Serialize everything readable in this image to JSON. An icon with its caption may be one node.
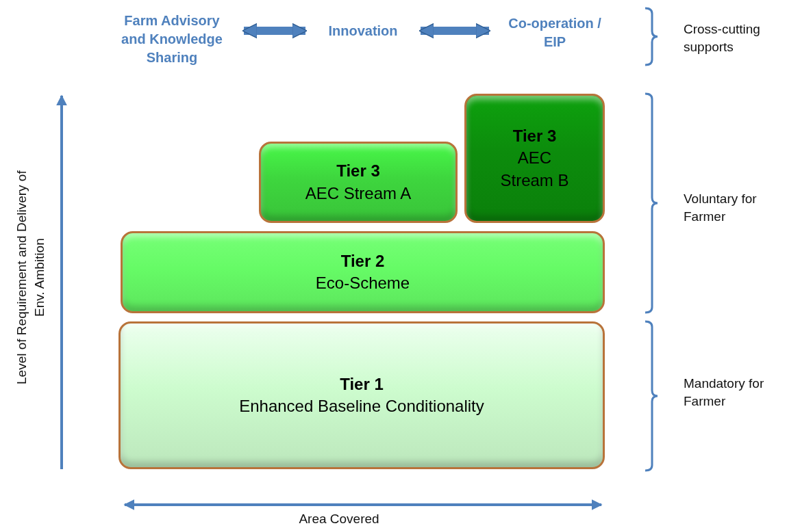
{
  "diagram": {
    "nodes": [
      {
        "text": [
          "Farm Advisory and Knowledge Sharing"
        ]
      },
      {
        "text": [
          "Innovation"
        ]
      },
      {
        "text": [
          "Co-operation / EIP"
        ]
      },
      {
        "text": [
          "Tier 3",
          "AEC Stream A"
        ]
      },
      {
        "text": [
          "Tier 3",
          "AEC Stream B"
        ]
      },
      {
        "text": [
          "Tier 2",
          "Eco-Scheme"
        ]
      },
      {
        "text": [
          "Tier 1",
          "Enhanced Baseline Conditionality"
        ]
      }
    ],
    "edges": [
      {
        "from": 0,
        "to": 1,
        "arrow": "both"
      },
      {
        "from": 1,
        "to": 2,
        "arrow": "both"
      }
    ],
    "labels": [
      "Cross-cutting supports",
      "Level of Requirement and Delivery of Env. Ambition",
      "Voluntary for Farmer",
      "Mandatory for Farmer",
      "Area Covered"
    ]
  }
}
